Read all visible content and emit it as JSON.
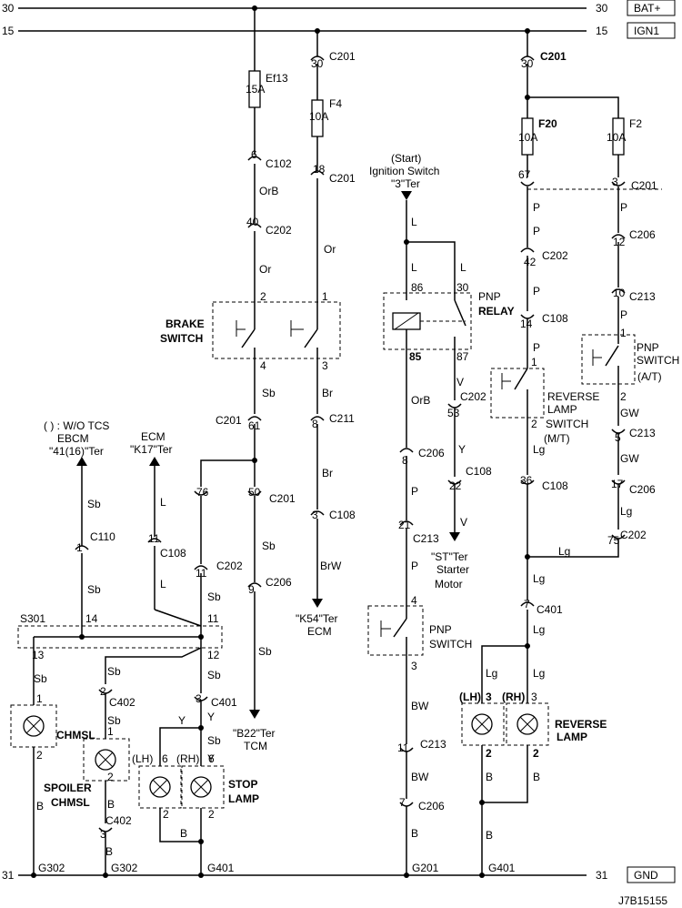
{
  "bus": {
    "bat_left": "30",
    "bat_right": "30",
    "bat_tag": "BAT+",
    "ign_left": "15",
    "ign_right": "15",
    "ign_tag": "IGN1",
    "gnd_left": "31",
    "gnd_right": "31",
    "gnd_tag": "GND"
  },
  "labels": [
    "30",
    "C201",
    "Ef13",
    "15A",
    "F4",
    "10A",
    "6",
    "C102",
    "OrB",
    "18",
    "C201",
    "40",
    "C202",
    "Or",
    "Or",
    "2",
    "1",
    "BRAKE",
    "SWITCH",
    "4",
    "3",
    "Sb",
    "Br",
    "C201",
    "61",
    "8",
    "C211",
    "Br",
    "( ) : W/O TCS",
    "EBCM",
    "\"41(16)\"Ter",
    "ECM",
    "\"K17\"Ter",
    "Sb",
    "L",
    "76",
    "50",
    "C201",
    "3",
    "C108",
    "BrW",
    "1",
    "C110",
    "11",
    "C108",
    "11",
    "C202",
    "Sb",
    "9",
    "C206",
    "Sb",
    "Sb",
    "L",
    "Sb",
    "\"K54\"Ter",
    "ECM",
    "S301",
    "14",
    "11",
    "13",
    "12",
    "Sb",
    "Sb",
    "Sb",
    "2",
    "C402",
    "3",
    "C401",
    "Sb",
    "Y",
    "Y",
    "Sb",
    "1",
    "CHMSL",
    "2",
    "Y",
    "B",
    "1",
    "SPOILER",
    "CHMSL",
    "2",
    "B",
    "C402",
    "3",
    "B",
    "(LH)",
    "6",
    "(RH)",
    "6",
    "STOP",
    "LAMP",
    "2",
    "2",
    "\"B22\"Ter",
    "TCM",
    "B",
    "G302",
    "G302",
    "G401",
    "(Start)",
    "Ignition Switch",
    "\"3\"Ter",
    "L",
    "L",
    "L",
    "86",
    "30",
    "PNP",
    "RELAY",
    "85",
    "87",
    "V",
    "C202",
    "53",
    "OrB",
    "8",
    "C206",
    "Y",
    "22",
    "C108",
    "P",
    "V",
    "21",
    "C213",
    "P",
    "\"ST\"Ter",
    "Starter",
    "Motor",
    "4",
    "PNP",
    "SWITCH",
    "3",
    "BW",
    "11",
    "C213",
    "BW",
    "7",
    "C206",
    "B",
    "G201",
    "30",
    "C201",
    "F20",
    "10A",
    "F2",
    "10A",
    "67",
    "3",
    "C201",
    "P",
    "P",
    "12",
    "C206",
    "42",
    "C202",
    "P",
    "P",
    "10",
    "C213",
    "14",
    "C108",
    "P",
    "P",
    "1",
    "PNP",
    "SWITCH",
    "(A/T)",
    "1",
    "REVERSE",
    "LAMP",
    "SWITCH",
    "(M/T)",
    "2",
    "2",
    "GW",
    "5",
    "C213",
    "GW",
    "17",
    "C206",
    "Lg",
    "75",
    "C202",
    "Lg",
    "36",
    "C108",
    "Lg",
    "Lg",
    "7",
    "C401",
    "Lg",
    "Lg",
    "Lg",
    "(LH)",
    "3",
    "(RH)",
    "3",
    "REVERSE",
    "LAMP",
    "2",
    "2",
    "B",
    "B",
    "B",
    "G401",
    "J7B15155"
  ]
}
